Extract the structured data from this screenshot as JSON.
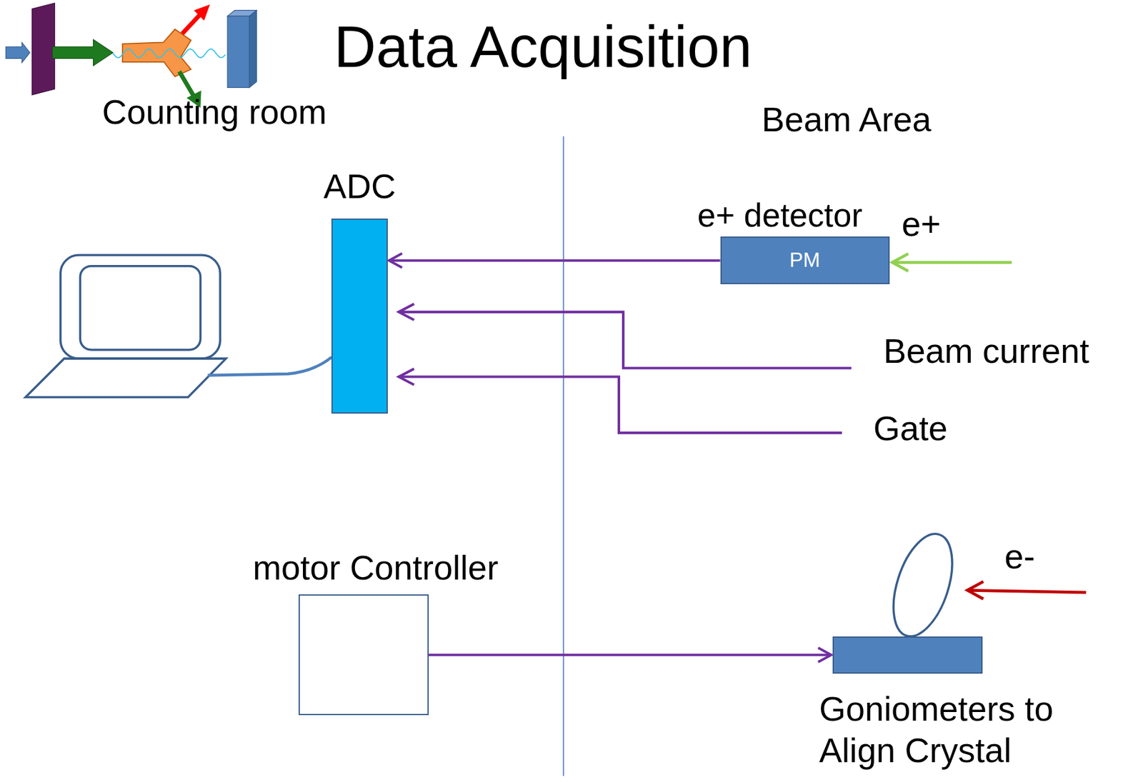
{
  "diagram": {
    "title": "Data Acquisition",
    "nodes": [
      {
        "text": [
          "ADC"
        ]
      },
      {
        "text": [
          "e+ detector",
          "PM"
        ]
      },
      {
        "text": [
          "motor Controller"
        ]
      },
      {
        "text": [
          "Goniometers to Align Crystal"
        ]
      }
    ],
    "edges": [
      {
        "from": 1,
        "to": 0,
        "arrow": "to"
      },
      {
        "from": 2,
        "to": 3,
        "arrow": "to"
      }
    ],
    "labels": [
      "Counting room",
      "Beam Area",
      "e+",
      "Beam current",
      "Gate",
      "e-"
    ]
  }
}
